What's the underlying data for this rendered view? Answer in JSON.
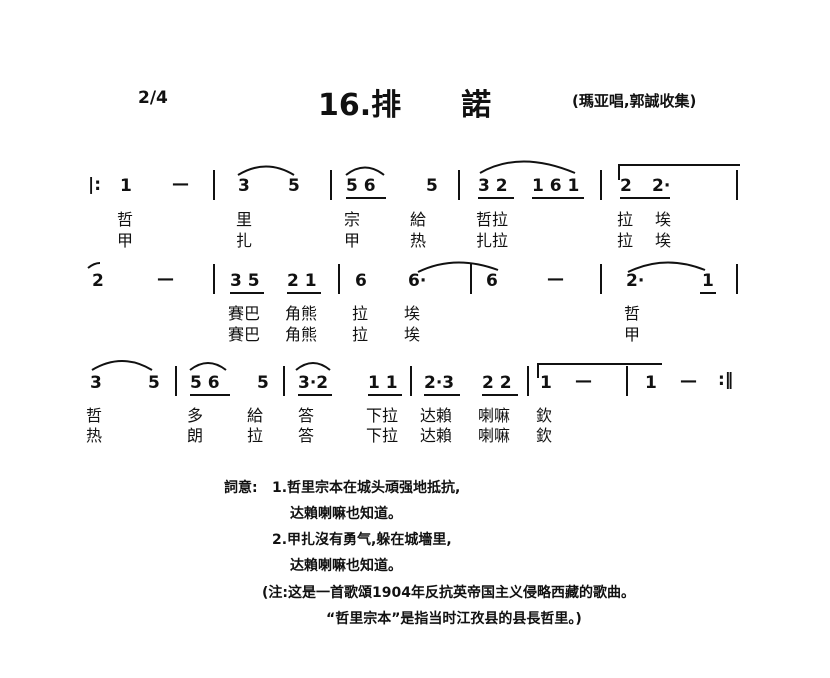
{
  "header": {
    "time_signature": "2/4",
    "title": "16.排　　諾",
    "credit": "(瑪亚唱,郭誠收集)"
  },
  "score": {
    "line1": {
      "repeat_start": "|:",
      "notes": [
        "1",
        "—",
        "3",
        "5",
        "5 6",
        "5",
        "3 2",
        "1 6 1",
        "2",
        "2·"
      ],
      "lyrics1": [
        "哲",
        "里",
        "宗",
        "給",
        "哲拉",
        "拉",
        "埃"
      ],
      "lyrics2": [
        "甲",
        "扎",
        "甲",
        "热",
        "扎拉",
        "拉",
        "埃"
      ]
    },
    "line2": {
      "notes": [
        "2",
        "—",
        "3 5",
        "2 1",
        "6",
        "6·",
        "6",
        "—",
        "2·",
        "1"
      ],
      "lyrics1": [
        "賽巴",
        "角熊",
        "拉",
        "埃",
        "哲"
      ],
      "lyrics2": [
        "賽巴",
        "角熊",
        "拉",
        "埃",
        "甲"
      ]
    },
    "line3": {
      "notes": [
        "3",
        "5",
        "5 6",
        "5",
        "3·2",
        "1 1",
        "2·3",
        "2 2",
        "1",
        "—",
        "1",
        "—"
      ],
      "repeat_end": ":‖",
      "lyrics1": [
        "哲",
        "多",
        "給",
        "答",
        "下拉",
        "达賴",
        "喇嘛",
        "欽"
      ],
      "lyrics2": [
        "热",
        "朗",
        "拉",
        "答",
        "下拉",
        "达賴",
        "喇嘛",
        "欽"
      ]
    }
  },
  "meaning": {
    "label": "詞意:",
    "v1_a": "1.哲里宗本在城头頑强地抵抗,",
    "v1_b": "达賴喇嘛也知道。",
    "v2_a": "2.甲扎沒有勇气,躲在城墻里,",
    "v2_b": "达賴喇嘛也知道。",
    "note_a": "(注:这是一首歌頌1904年反抗英帝国主义侵略西藏的歌曲。",
    "note_b": "“哲里宗本”是指当时江孜县的县長哲里。)"
  }
}
